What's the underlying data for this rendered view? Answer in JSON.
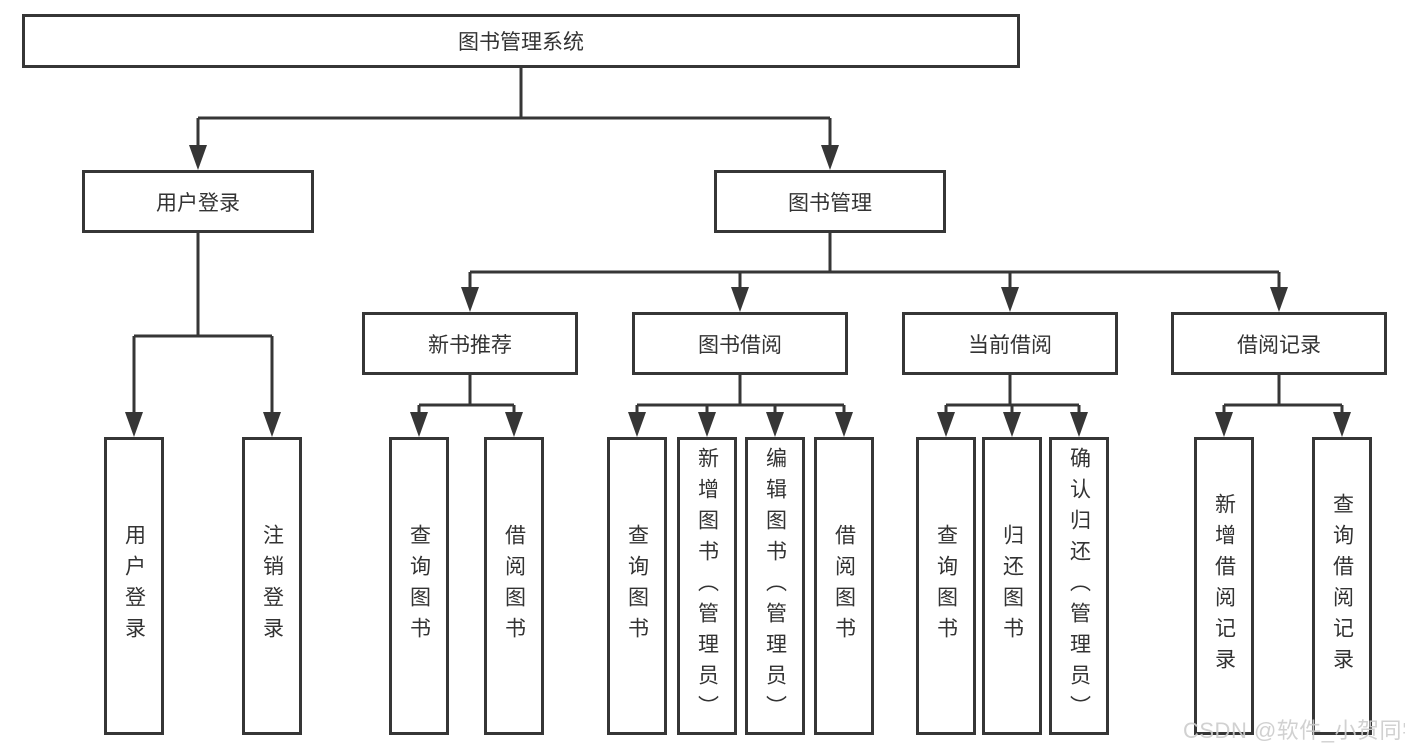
{
  "diagram": {
    "root_label": "图书管理系统",
    "branches": [
      {
        "label": "用户登录",
        "children": [
          "用户登录",
          "注销登录"
        ]
      },
      {
        "label": "图书管理"
      }
    ],
    "modules": [
      {
        "label": "新书推荐",
        "children": [
          "查询图书",
          "借阅图书"
        ]
      },
      {
        "label": "图书借阅",
        "children": [
          "查询图书",
          "新增图书（管理员）",
          "编辑图书（管理员）",
          "借阅图书"
        ]
      },
      {
        "label": "当前借阅",
        "children": [
          "查询图书",
          "归还图书",
          "确认归还（管理员）"
        ]
      },
      {
        "label": "借阅记录",
        "children": [
          "新增借阅记录",
          "查询借阅记录"
        ]
      }
    ]
  },
  "watermark": {
    "text": "CSDN @软件_小贺同学"
  },
  "colors": {
    "line": "#363636",
    "box_border": "#363636",
    "text": "#333333",
    "background": "#ffffff",
    "watermark_text": "#cdcdcd"
  }
}
